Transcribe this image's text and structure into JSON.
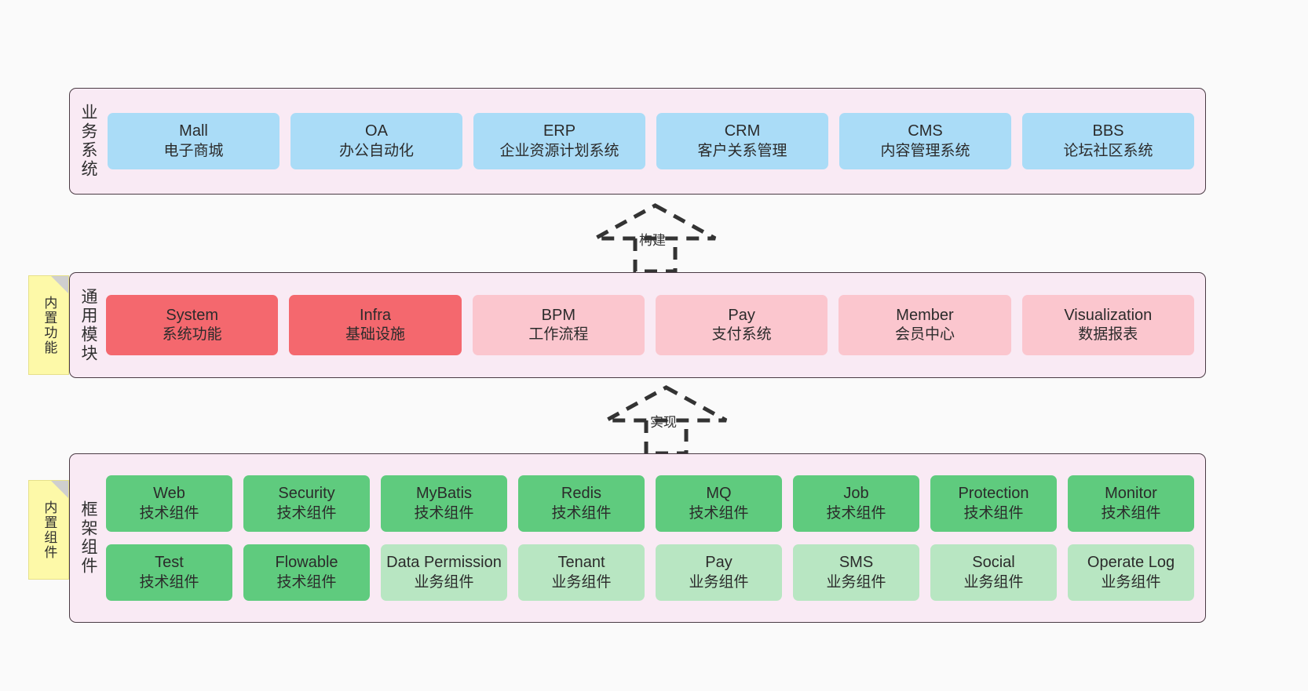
{
  "diagram": {
    "background": "#fafafa",
    "panel_bg": "#f9eaf4",
    "panel_border": "#4a3b44"
  },
  "layers": [
    {
      "id": "business",
      "title": "业务系统",
      "color": "#aadcf7",
      "cards": [
        {
          "name": "Mall",
          "desc": "电子商城"
        },
        {
          "name": "OA",
          "desc": "办公自动化"
        },
        {
          "name": "ERP",
          "desc": "企业资源计划系统"
        },
        {
          "name": "CRM",
          "desc": "客户关系管理"
        },
        {
          "name": "CMS",
          "desc": "内容管理系统"
        },
        {
          "name": "BBS",
          "desc": "论坛社区系统"
        }
      ]
    },
    {
      "id": "common",
      "title": "通用模块",
      "note": "内置功能",
      "cards": [
        {
          "name": "System",
          "desc": "系统功能",
          "color": "#f4686e"
        },
        {
          "name": "Infra",
          "desc": "基础设施",
          "color": "#f4686e"
        },
        {
          "name": "BPM",
          "desc": "工作流程",
          "color": "#fbc6ce"
        },
        {
          "name": "Pay",
          "desc": "支付系统",
          "color": "#fbc6ce"
        },
        {
          "name": "Member",
          "desc": "会员中心",
          "color": "#fbc6ce"
        },
        {
          "name": "Visualization",
          "desc": "数据报表",
          "color": "#fbc6ce"
        }
      ]
    },
    {
      "id": "framework",
      "title": "框架组件",
      "note": "内置组件",
      "row1": [
        {
          "name": "Web",
          "desc": "技术组件",
          "color": "#5fcb7e"
        },
        {
          "name": "Security",
          "desc": "技术组件",
          "color": "#5fcb7e"
        },
        {
          "name": "MyBatis",
          "desc": "技术组件",
          "color": "#5fcb7e"
        },
        {
          "name": "Redis",
          "desc": "技术组件",
          "color": "#5fcb7e"
        },
        {
          "name": "MQ",
          "desc": "技术组件",
          "color": "#5fcb7e"
        },
        {
          "name": "Job",
          "desc": "技术组件",
          "color": "#5fcb7e"
        },
        {
          "name": "Protection",
          "desc": "技术组件",
          "color": "#5fcb7e"
        },
        {
          "name": "Monitor",
          "desc": "技术组件",
          "color": "#5fcb7e"
        }
      ],
      "row2": [
        {
          "name": "Test",
          "desc": "技术组件",
          "color": "#5fcb7e"
        },
        {
          "name": "Flowable",
          "desc": "技术组件",
          "color": "#5fcb7e"
        },
        {
          "name": "Data Permission",
          "desc": "业务组件",
          "color": "#b8e6c2"
        },
        {
          "name": "Tenant",
          "desc": "业务组件",
          "color": "#b8e6c2"
        },
        {
          "name": "Pay",
          "desc": "业务组件",
          "color": "#b8e6c2"
        },
        {
          "name": "SMS",
          "desc": "业务组件",
          "color": "#b8e6c2"
        },
        {
          "name": "Social",
          "desc": "业务组件",
          "color": "#b8e6c2"
        },
        {
          "name": "Operate Log",
          "desc": "业务组件",
          "color": "#b8e6c2"
        }
      ]
    }
  ],
  "connectors": [
    {
      "id": "build",
      "label": "构建",
      "style": "dashed-generalization",
      "from": "common",
      "to": "business"
    },
    {
      "id": "impl",
      "label": "实现",
      "style": "dashed-generalization",
      "from": "framework",
      "to": "common"
    }
  ]
}
